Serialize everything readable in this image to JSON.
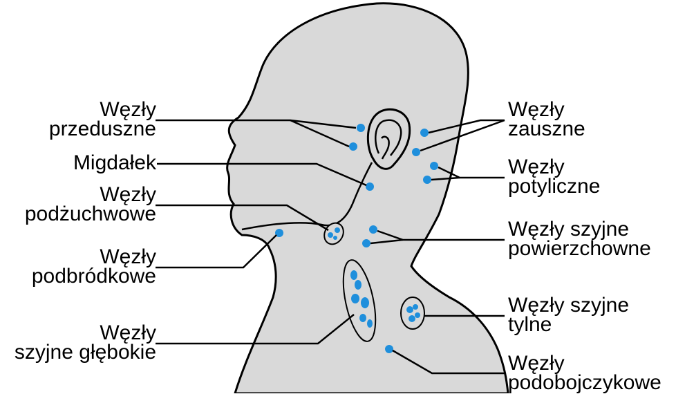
{
  "colors": {
    "skin": "#d9d9d9",
    "outline": "#000000",
    "node": "#1f8fdc",
    "node_cluster_fill": "#d9d9d9"
  },
  "labels": {
    "przeduszne": [
      "Węzły",
      "przeduszne"
    ],
    "migdalek": [
      "Migdałek"
    ],
    "podzuchwowe": [
      "Węzły",
      "podżuchwowe"
    ],
    "podbrodkowe": [
      "Węzły",
      "podbródkowe"
    ],
    "szyjne_glebokie": [
      "Węzły",
      "szyjne głębokie"
    ],
    "zauszne": [
      "Węzły",
      "zauszne"
    ],
    "potyliczne": [
      "Węzły",
      "potyliczne"
    ],
    "szyjne_powierzchowne": [
      "Węzły szyjne",
      "powierzchowne"
    ],
    "szyjne_tylne": [
      "Węzły szyjne",
      "tylne"
    ],
    "podobojczykowe": [
      "Węzły",
      "podobojczykowe"
    ]
  }
}
